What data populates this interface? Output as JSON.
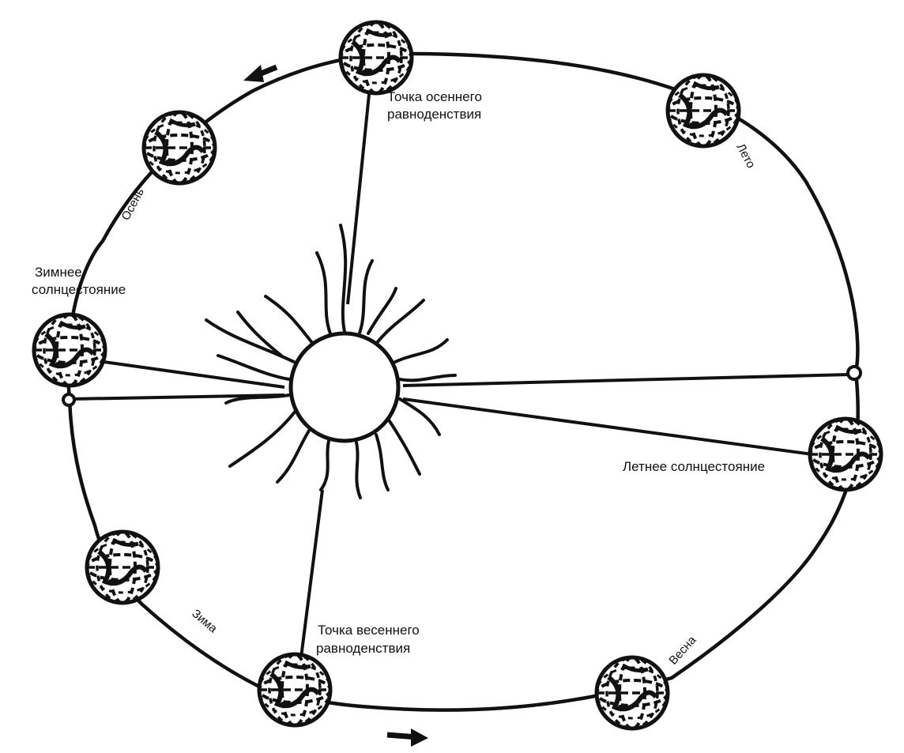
{
  "colors": {
    "ink": "#111111",
    "paper": "#ffffff"
  },
  "labels": {
    "autumn_equinox_line1": "Точка осеннего",
    "autumn_equinox_line2": "равноденствия",
    "winter_solstice_line1": "Зимнее",
    "winter_solstice_line2": "солнцестояние",
    "summer_solstice": "Летнее солнцестояние",
    "spring_equinox_line1": "Точка весеннего",
    "spring_equinox_line2": "равноденствия"
  },
  "seasons": {
    "autumn": "Осень",
    "summer": "Лето",
    "winter": "Зима",
    "spring": "Весна"
  },
  "icons": {
    "sun": "sun-icon",
    "earth": "earth-globe-icon",
    "direction_arrow": "arrow-icon"
  }
}
